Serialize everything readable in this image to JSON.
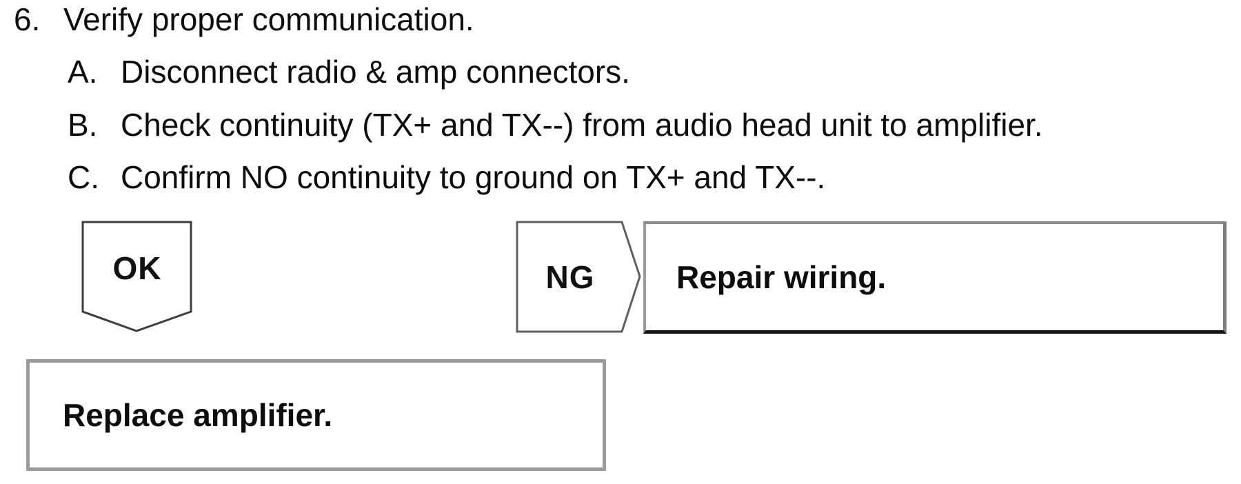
{
  "procedure": {
    "step_number": "6.",
    "step_title": "Verify proper communication.",
    "substeps": [
      {
        "label": "A.",
        "text": "Disconnect radio & amp connectors."
      },
      {
        "label": "B.",
        "text": "Check continuity (TX+ and TX--) from audio head unit to amplifier."
      },
      {
        "label": "C.",
        "text": "Confirm NO continuity to ground on TX+ and TX--."
      }
    ]
  },
  "flowchart": {
    "ok_tag": "OK",
    "ng_tag": "NG",
    "ng_action": "Repair wiring.",
    "ok_action": "Replace amplifier."
  },
  "colors": {
    "background": "#ffffff",
    "text": "#0d0d0d",
    "pentagon_outline": "#3d3d3d",
    "ng_outline": "#5f5f5f",
    "box_border_gray": "#9b9b9b",
    "box_border_dark": "#141414"
  }
}
